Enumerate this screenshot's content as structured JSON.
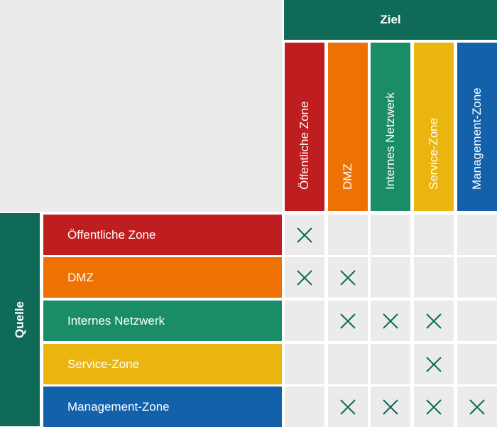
{
  "header": {
    "target_label": "Ziel",
    "source_label": "Quelle"
  },
  "zones": [
    {
      "label": "Öffentliche Zone",
      "color": "#bf1e21"
    },
    {
      "label": "DMZ",
      "color": "#ee7203"
    },
    {
      "label": "Internes Netzwerk",
      "color": "#1a8d68"
    },
    {
      "label": "Service-Zone",
      "color": "#ebb50f"
    },
    {
      "label": "Management-Zone",
      "color": "#1361ab"
    }
  ],
  "matrix": [
    [
      true,
      false,
      false,
      false,
      false
    ],
    [
      true,
      true,
      false,
      false,
      false
    ],
    [
      false,
      true,
      true,
      true,
      false
    ],
    [
      false,
      false,
      false,
      true,
      false
    ],
    [
      false,
      true,
      true,
      true,
      true
    ]
  ],
  "mark_color": "#0f6b58"
}
